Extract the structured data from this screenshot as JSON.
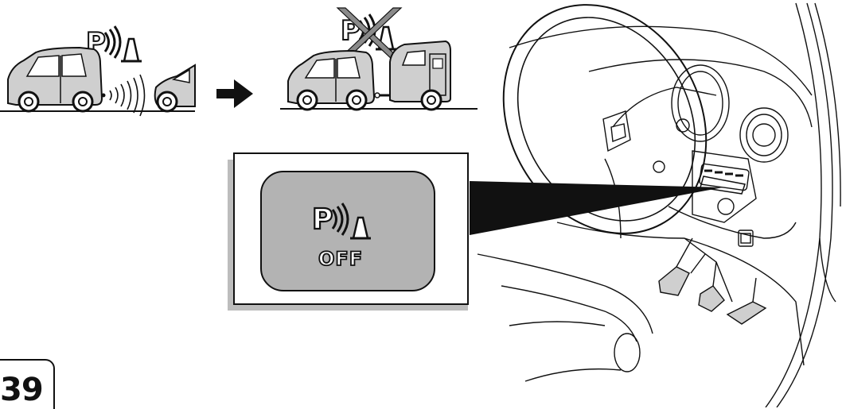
{
  "figure": {
    "number": "39"
  },
  "panel_left": {
    "icon": "parking-sensor-icon",
    "scene": "car-reversing-toward-car-with-sensor-waves"
  },
  "panel_right": {
    "icon": "parking-sensor-crossed-icon",
    "scene": "car-towing-caravan"
  },
  "arrow": {
    "icon": "right-arrow-icon"
  },
  "callout": {
    "button_label_top": "P",
    "button_label_bottom": "OFF",
    "icon": "parking-sensor-off-button-icon"
  },
  "dashboard": {
    "scene": "vehicle-dashboard-with-steering-wheel-and-pedals"
  },
  "colors": {
    "line": "#111111",
    "car_fill": "#cfcfcf",
    "callout_button": "#b3b3b3",
    "callout_shadow": "#bdbdbd",
    "cross": "#8a8a8a"
  }
}
